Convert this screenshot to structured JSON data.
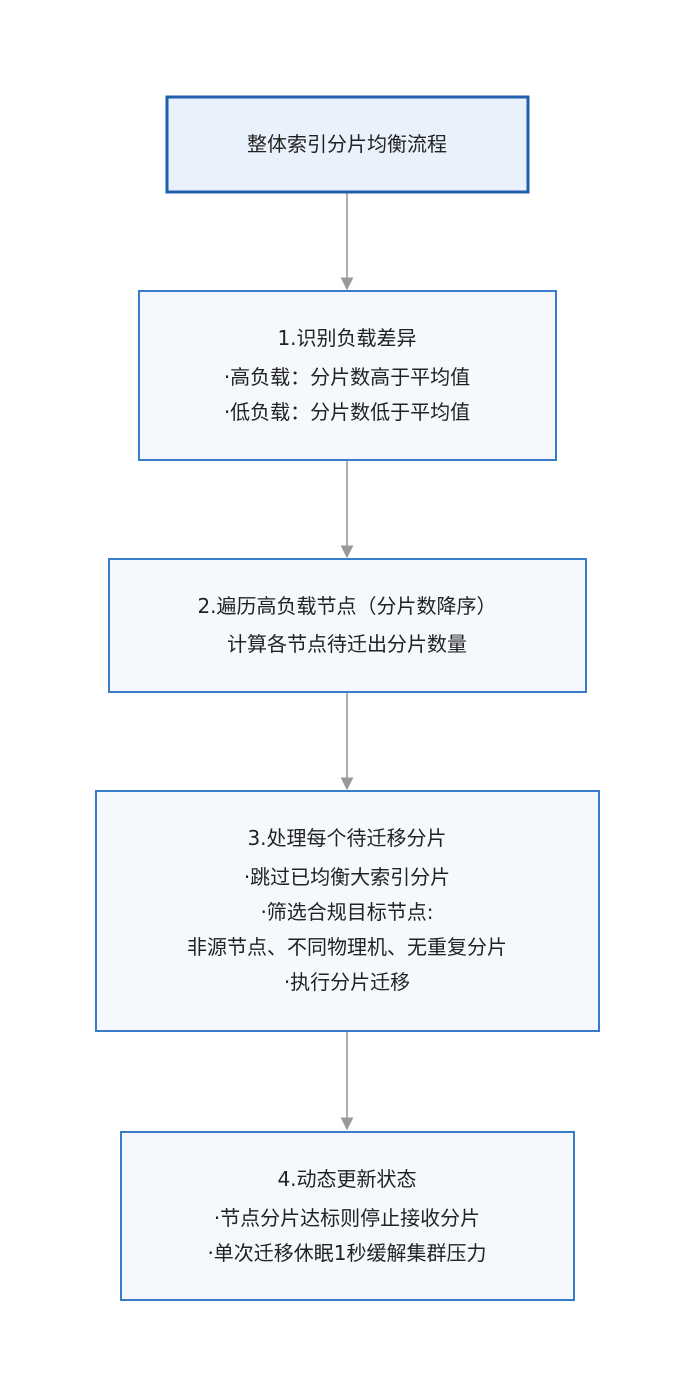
{
  "diagram": {
    "type": "flowchart",
    "direction": "top-to-bottom",
    "nodes": [
      {
        "id": "start",
        "lines": [
          "整体索引分片均衡流程"
        ],
        "style": "header"
      },
      {
        "id": "step1",
        "lines": [
          "1.识别负载差异",
          "·高负载：分片数高于平均值",
          "·低负载：分片数低于平均值"
        ],
        "style": "step"
      },
      {
        "id": "step2",
        "lines": [
          "2.遍历高负载节点（分片数降序）",
          "计算各节点待迁出分片数量"
        ],
        "style": "step"
      },
      {
        "id": "step3",
        "lines": [
          "3.处理每个待迁移分片",
          "·跳过已均衡大索引分片",
          "·筛选合规目标节点:",
          "非源节点、不同物理机、无重复分片",
          "·执行分片迁移"
        ],
        "style": "step"
      },
      {
        "id": "step4",
        "lines": [
          "4.动态更新状态",
          "·节点分片达标则停止接收分片",
          "·单次迁移休眠1秒缓解集群压力"
        ],
        "style": "step"
      }
    ],
    "edges": [
      {
        "from": "start",
        "to": "step1"
      },
      {
        "from": "step1",
        "to": "step2"
      },
      {
        "from": "step2",
        "to": "step3"
      },
      {
        "from": "step3",
        "to": "step4"
      }
    ],
    "colors": {
      "header_fill": "#e8f1fc",
      "header_stroke": "#1f5fae",
      "step_fill": "#f5f9fe",
      "step_stroke": "#3a7ccc",
      "edge": "#999999",
      "text": "#222222"
    }
  }
}
